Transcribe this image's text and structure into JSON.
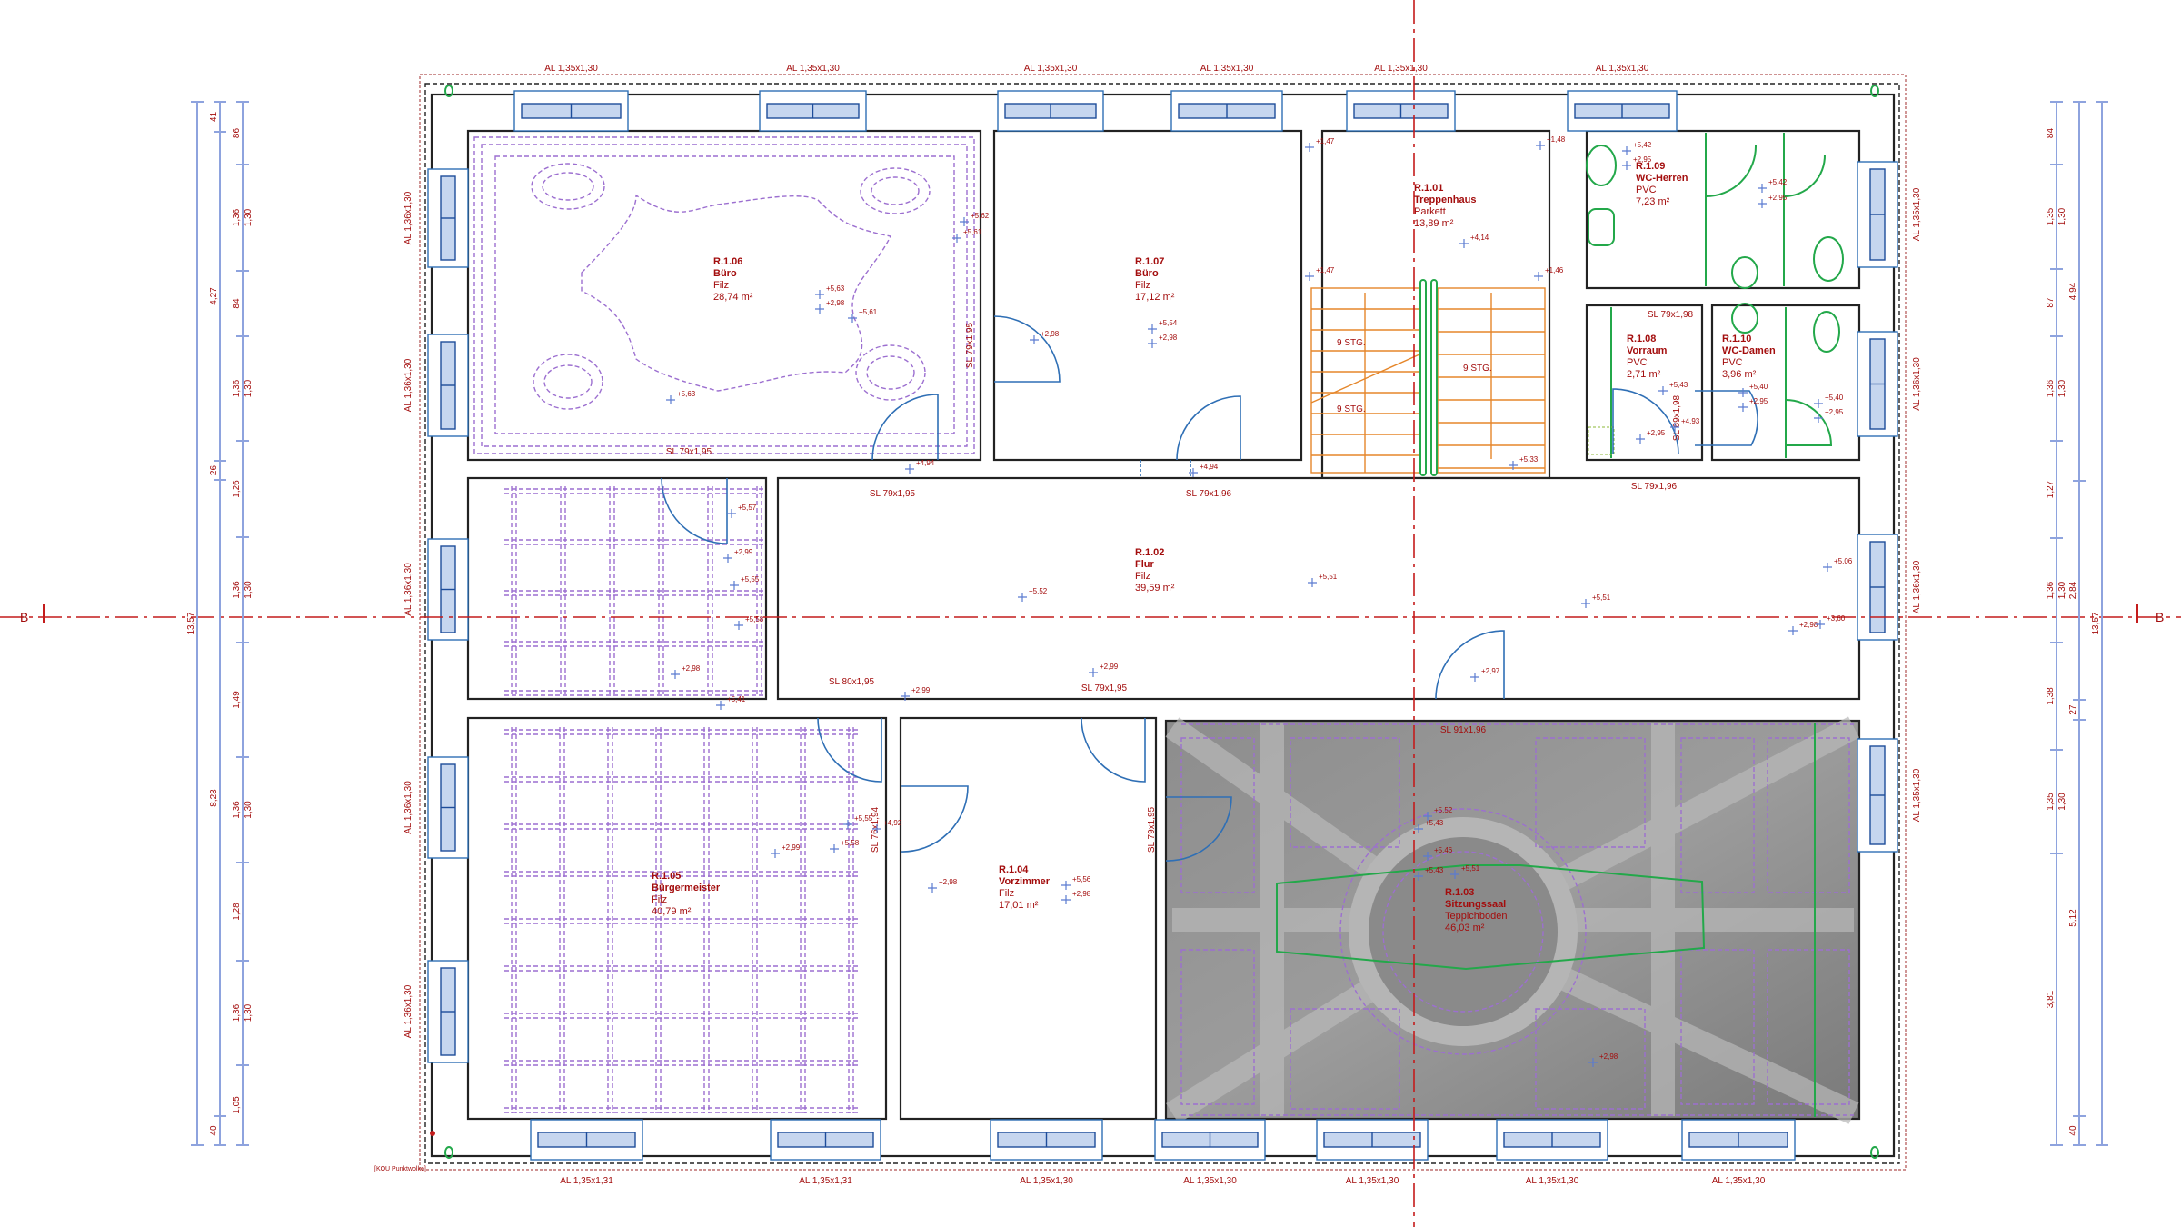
{
  "drawing": {
    "section_marker": "B",
    "point_cloud_label": "[KOU Punktwolke]"
  },
  "rooms": [
    {
      "id": "R.1.06",
      "name": "Büro",
      "floor": "Filz",
      "area": "28,74 m²"
    },
    {
      "id": "R.1.07",
      "name": "Büro",
      "floor": "Filz",
      "area": "17,12 m²"
    },
    {
      "id": "R.1.01",
      "name": "Treppenhaus",
      "floor": "Parkett",
      "area": "13,89 m²"
    },
    {
      "id": "R.1.09",
      "name": "WC-Herren",
      "floor": "PVC",
      "area": "7,23 m²"
    },
    {
      "id": "R.1.08",
      "name": "Vorraum",
      "floor": "PVC",
      "area": "2,71 m²"
    },
    {
      "id": "R.1.10",
      "name": "WC-Damen",
      "floor": "PVC",
      "area": "3,96 m²"
    },
    {
      "id": "R.1.02",
      "name": "Flur",
      "floor": "Filz",
      "area": "39,59 m²"
    },
    {
      "id": "R.1.05",
      "name": "Bürgermeister",
      "floor": "Filz",
      "area": "40,79 m²"
    },
    {
      "id": "R.1.04",
      "name": "Vorzimmer",
      "floor": "Filz",
      "area": "17,01 m²"
    },
    {
      "id": "R.1.03",
      "name": "Sitzungssaal",
      "floor": "Teppichboden",
      "area": "46,03 m²"
    }
  ],
  "stairs": [
    "9 STG.",
    "9 STG.",
    "9 STG."
  ],
  "windows": {
    "top": [
      "AL 1,35x1,30",
      "AL 1,35x1,30",
      "AL 1,35x1,30",
      "AL 1,35x1,30",
      "AL 1,35x1,30",
      "AL 1,35x1,30"
    ],
    "bottom": [
      "AL 1,35x1,31",
      "AL 1,35x1,31",
      "AL 1,35x1,30",
      "AL 1,35x1,30",
      "AL 1,35x1,30",
      "AL 1,35x1,30",
      "AL 1,35x1,30"
    ],
    "left": [
      "AL 1,36x1,30",
      "AL 1,36x1,30",
      "AL 1,36x1,30",
      "AL 1,36x1,30",
      "AL 1,36x1,30"
    ],
    "right": [
      "AL 1,35x1,30",
      "AL 1,36x1,30",
      "AL 1,36x1,30",
      "AL 1,35x1,30"
    ]
  },
  "doors": [
    "SL 79x1,95",
    "SL 79x1,95",
    "SL 79x1,95",
    "SL 79x1,96",
    "SL 79x1,98",
    "SL 79x1,96",
    "SL 69x1,98",
    "SL 80x1,95",
    "SL 79x1,95",
    "SL 91x1,96",
    "SL 79x1,95",
    "SL 76x1,94"
  ],
  "dimensions": {
    "left": {
      "outer": "13,57",
      "middle": [
        "41",
        "4,27",
        "26",
        "8,23",
        "40"
      ],
      "inner": [
        [
          "86"
        ],
        [
          "1,36",
          "1,30"
        ],
        [
          "84"
        ],
        [
          "1,36",
          "1,30"
        ],
        [
          "1,26"
        ],
        [
          "1,36",
          "1,30"
        ],
        [
          "1,49"
        ],
        [
          "1,36",
          "1,30"
        ],
        [
          "1,28"
        ],
        [
          "1,36",
          "1,30"
        ],
        [
          "1,05"
        ]
      ]
    },
    "right": {
      "outer": "13,57",
      "middle": [
        "4,94",
        "2,84",
        "27",
        "5,12",
        "40"
      ],
      "inner": [
        [
          "84"
        ],
        [
          "1,35",
          "1,30"
        ],
        [
          "87"
        ],
        [
          "1,36",
          "1,30"
        ],
        [
          "1,27"
        ],
        [
          "1,36",
          "1,30"
        ],
        [
          "1,38"
        ],
        [
          "1,35",
          "1,30"
        ],
        [
          "3,81"
        ]
      ]
    }
  },
  "elevations": [
    "+5,63",
    "+2,98",
    "+5,61",
    "+5,62",
    "+5,61",
    "+5,63",
    "+5,54",
    "+2,98",
    "+2,98",
    "+1,47",
    "+1,48",
    "+4,14",
    "+1,47",
    "+1,46",
    "+5,33",
    "+5,52",
    "+5,51",
    "+5,51",
    "+5,06",
    "+2,98",
    "+3,60",
    "+2,99",
    "+2,99",
    "+2,97",
    "+5,42",
    "+2,95",
    "+5,42",
    "+2,95",
    "+5,56",
    "+2,98",
    "+2,98",
    "+5,52",
    "+5,43",
    "+5,46",
    "+5,43",
    "+5,51",
    "+2,98",
    "+2,99",
    "+5,58",
    "+5,55",
    "+2,98",
    "+5,41",
    "+5,55",
    "+5,58",
    "+2,99",
    "+5,57",
    "+5,43",
    "+2,95",
    "+5,40",
    "+2,95",
    "+5,40",
    "+2,95",
    "+4,94",
    "+4,94",
    "+4,93",
    "+4,92"
  ],
  "colors": {
    "text": "#a30d0d",
    "wall": "#222222",
    "door": "#2f6fb5",
    "ceiling_pattern": "#9c6fd0",
    "stairs": "#e5862a",
    "sanitary": "#23a84a",
    "dimension_line": "#8ea3de"
  }
}
